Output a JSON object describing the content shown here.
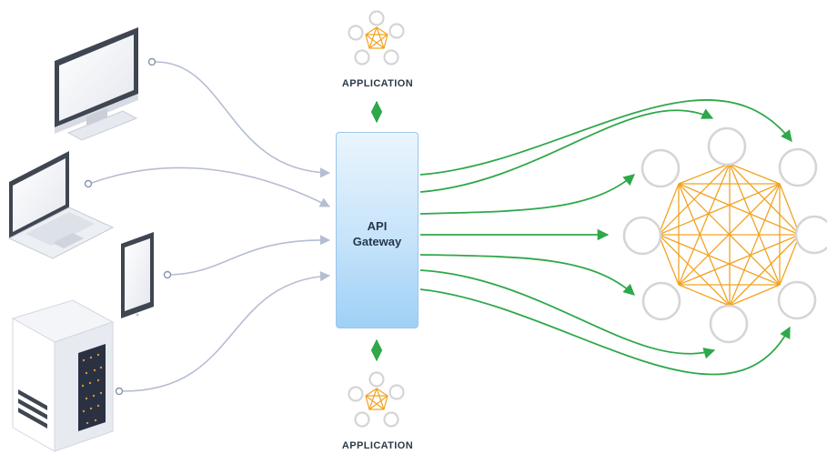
{
  "gateway": {
    "line1": "API",
    "line2": "Gateway"
  },
  "applications": {
    "top_label": "APPLICATION",
    "bottom_label": "APPLICATION"
  },
  "devices": [
    "desktop-monitor",
    "laptop",
    "tablet",
    "server"
  ],
  "colors": {
    "client_connector": "#b6bdd3",
    "service_arrow": "#2ea84a",
    "mesh": "#f2a322",
    "node_ring": "#d5d5d5",
    "gateway_fill": "#c6e3fa",
    "label_text": "#2b3a4a"
  }
}
